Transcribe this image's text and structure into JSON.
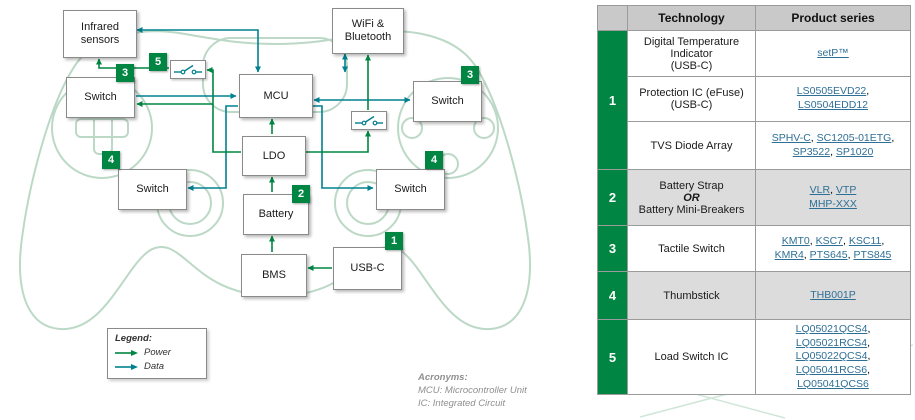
{
  "colors": {
    "brand_green": "#008542",
    "data_teal": "#00808F",
    "link": "#2E6F96"
  },
  "diagram": {
    "blocks": {
      "infrared": "Infrared sensors",
      "wifi": "WiFi & Bluetooth",
      "switch_top_left": "Switch",
      "mcu": "MCU",
      "switch_top_right": "Switch",
      "ldo": "LDO",
      "switch_bottom_left": "Switch",
      "switch_bottom_right": "Switch",
      "battery": "Battery",
      "bms": "BMS",
      "usbc": "USB-C"
    },
    "badges": {
      "usbc": "1",
      "battery": "2",
      "switch_left": "3",
      "switch_right": "3",
      "thumb_left": "4",
      "thumb_right": "4",
      "load_switch": "5"
    },
    "legend": {
      "title": "Legend:",
      "power": "Power",
      "data": "Data"
    },
    "acronyms": {
      "title": "Acronyms:",
      "line1": "MCU: Microcontroller Unit",
      "line2": "IC: Integrated Circuit"
    }
  },
  "table": {
    "header": {
      "num": "",
      "technology": "Technology",
      "products": "Product series"
    },
    "groups": [
      {
        "num": "1",
        "shaded": false,
        "rows": [
          {
            "tech": [
              {
                "text": "Digital Temperature Indicator"
              },
              {
                "text": "(USB-C)"
              }
            ],
            "products": [
              [
                {
                  "text": "setP™",
                  "link": true
                }
              ]
            ]
          },
          {
            "tech": [
              {
                "text": "Protection IC (eFuse)"
              },
              {
                "text": "(USB-C)"
              }
            ],
            "products": [
              [
                {
                  "text": "LS0505EVD22",
                  "link": true
                },
                {
                  "text": ",",
                  "link": false
                }
              ],
              [
                {
                  "text": "LS0504EDD12",
                  "link": true
                }
              ]
            ]
          },
          {
            "tech": [
              {
                "text": "TVS Diode Array"
              }
            ],
            "products": [
              [
                {
                  "text": "SPHV-C",
                  "link": true
                },
                {
                  "text": ", ",
                  "link": false
                },
                {
                  "text": "SC1205-01ETG",
                  "link": true
                },
                {
                  "text": ",",
                  "link": false
                }
              ],
              [
                {
                  "text": "SP3522",
                  "link": true
                },
                {
                  "text": ", ",
                  "link": false
                },
                {
                  "text": "SP1020",
                  "link": true
                }
              ]
            ]
          }
        ]
      },
      {
        "num": "2",
        "shaded": true,
        "rows": [
          {
            "tech": [
              {
                "text": "Battery Strap"
              },
              {
                "text": "OR",
                "em": true
              },
              {
                "text": "Battery Mini-Breakers"
              }
            ],
            "products": [
              [
                {
                  "text": "VLR",
                  "link": true
                },
                {
                  "text": ", ",
                  "link": false
                },
                {
                  "text": "VTP",
                  "link": true
                }
              ],
              [
                {
                  "text": "MHP-XXX",
                  "link": true
                }
              ]
            ]
          }
        ]
      },
      {
        "num": "3",
        "shaded": false,
        "rows": [
          {
            "tech": [
              {
                "text": "Tactile Switch"
              }
            ],
            "products": [
              [
                {
                  "text": "KMT0",
                  "link": true
                },
                {
                  "text": ", ",
                  "link": false
                },
                {
                  "text": "KSC7",
                  "link": true
                },
                {
                  "text": ", ",
                  "link": false
                },
                {
                  "text": "KSC11",
                  "link": true
                },
                {
                  "text": ",",
                  "link": false
                }
              ],
              [
                {
                  "text": "KMR4",
                  "link": true
                },
                {
                  "text": ", ",
                  "link": false
                },
                {
                  "text": "PTS645",
                  "link": true
                },
                {
                  "text": ", ",
                  "link": false
                },
                {
                  "text": "PTS845",
                  "link": true
                }
              ]
            ]
          }
        ]
      },
      {
        "num": "4",
        "shaded": true,
        "rows": [
          {
            "tech": [
              {
                "text": "Thumbstick"
              }
            ],
            "products": [
              [
                {
                  "text": "THB001P",
                  "link": true
                }
              ]
            ]
          }
        ]
      },
      {
        "num": "5",
        "shaded": false,
        "rows": [
          {
            "tech": [
              {
                "text": "Load Switch IC"
              }
            ],
            "products": [
              [
                {
                  "text": "LQ05021QCS4",
                  "link": true
                },
                {
                  "text": ",",
                  "link": false
                }
              ],
              [
                {
                  "text": "LQ05021RCS4",
                  "link": true
                },
                {
                  "text": ",",
                  "link": false
                }
              ],
              [
                {
                  "text": "LQ05022QCS4",
                  "link": true
                },
                {
                  "text": ",",
                  "link": false
                }
              ],
              [
                {
                  "text": "LQ05041RCS6",
                  "link": true
                },
                {
                  "text": ",",
                  "link": false
                }
              ],
              [
                {
                  "text": "LQ05041QCS6",
                  "link": true
                }
              ]
            ]
          }
        ]
      }
    ]
  }
}
